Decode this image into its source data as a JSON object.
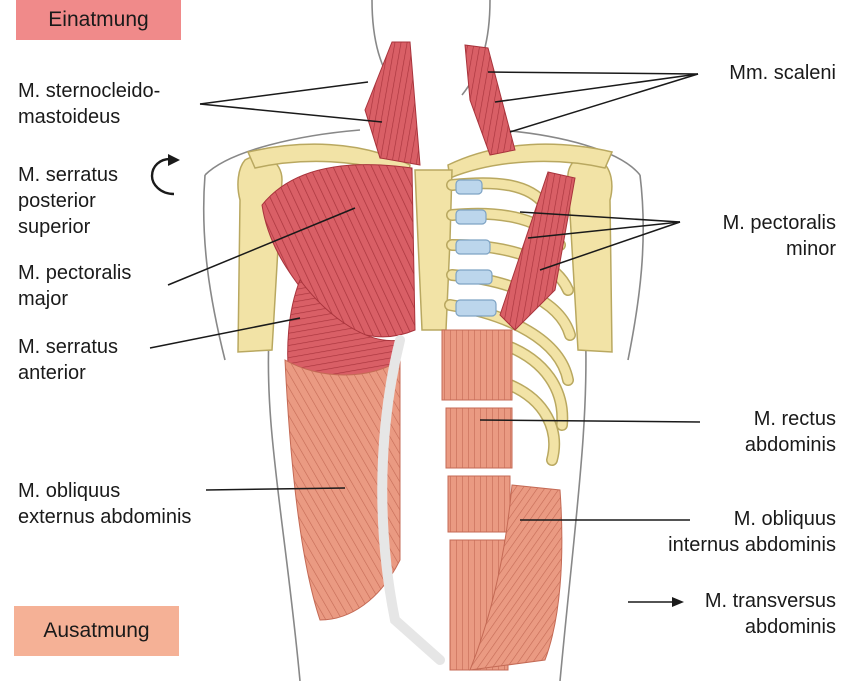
{
  "badges": {
    "inhale": {
      "label": "Einatmung",
      "color": "#f08a8a"
    },
    "exhale": {
      "label": "Ausatmung",
      "color": "#f5b196"
    }
  },
  "labels": {
    "sternocleido": [
      "M. sternocleido-",
      "mastoideus"
    ],
    "serratus_post_sup": [
      "M. serratus",
      "posterior",
      "superior"
    ],
    "pect_major": [
      "M. pectoralis",
      "major"
    ],
    "serratus_ant": [
      "M. serratus",
      "anterior"
    ],
    "obliquus_ext": [
      "M. obliquus",
      "externus abdominis"
    ],
    "scaleni": [
      "Mm. scaleni"
    ],
    "pect_minor": [
      "M. pectoralis",
      "minor"
    ],
    "rectus": [
      "M. rectus",
      "abdominis"
    ],
    "obliquus_int": [
      "M. obliquus",
      "internus abdominis"
    ],
    "transversus": [
      "M. transversus",
      "abdominis"
    ]
  },
  "icons": {
    "rotation": "curved-arrow-icon",
    "pointer": "right-arrow-icon"
  },
  "colors": {
    "muscle_inspiration": "#d95f66",
    "muscle_expiration": "#eb9880",
    "bone": "#f2e3a6",
    "cartilage": "#bcd6ec"
  }
}
